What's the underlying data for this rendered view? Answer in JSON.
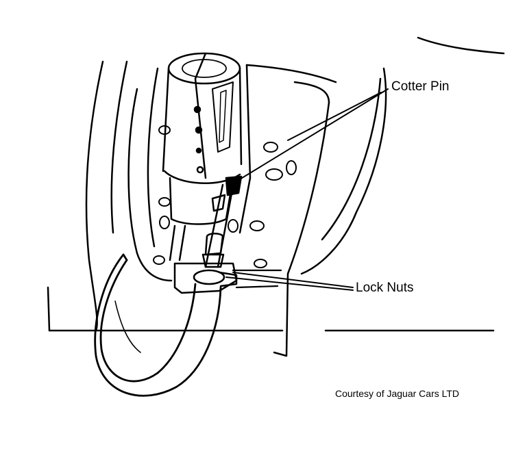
{
  "callouts": {
    "cotter_pin": "Cotter Pin",
    "lock_nuts": "Lock Nuts"
  },
  "credit": "Courtesy of Jaguar Cars LTD",
  "colors": {
    "ink": "#000000",
    "paper": "#ffffff"
  }
}
